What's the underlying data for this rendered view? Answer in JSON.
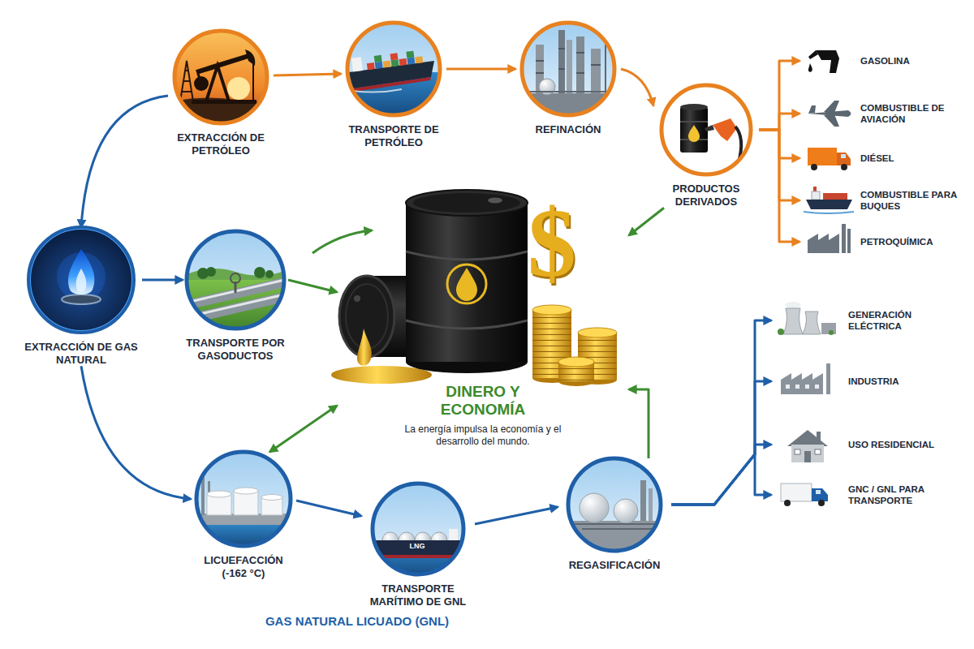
{
  "diagram": {
    "nodes": [
      {
        "text": [
          "EXTRACCIÓN DE PETRÓLEO"
        ]
      },
      {
        "text": [
          "TRANSPORTE DE PETRÓLEO"
        ]
      },
      {
        "text": [
          "REFINACIÓN"
        ]
      },
      {
        "text": [
          "PRODUCTOS DERIVADOS"
        ]
      },
      {
        "text": [
          "GASOLINA"
        ]
      },
      {
        "text": [
          "COMBUSTIBLE DE AVIACIÓN"
        ]
      },
      {
        "text": [
          "DIÉSEL"
        ]
      },
      {
        "text": [
          "COMBUSTIBLE PARA BUQUES"
        ]
      },
      {
        "text": [
          "PETROQUÍMICA"
        ]
      },
      {
        "text": [
          "EXTRACCIÓN DE GAS NATURAL"
        ]
      },
      {
        "text": [
          "TRANSPORTE POR GASODUCTOS"
        ]
      },
      {
        "text": [
          "DINERO Y ECONOMÍA",
          "La energía impulsa la economía y el desarrollo del mundo."
        ]
      },
      {
        "text": [
          "GENERACIÓN ELÉCTRICA"
        ]
      },
      {
        "text": [
          "INDUSTRIA"
        ]
      },
      {
        "text": [
          "USO RESIDENCIAL"
        ]
      },
      {
        "text": [
          "GNC / GNL PARA TRANSPORTE"
        ]
      },
      {
        "text": [
          "LICUEFACCIÓN (-162 °C)"
        ]
      },
      {
        "text": [
          "TRANSPORTE MARÍTIMO DE GNL"
        ]
      },
      {
        "text": [
          "REGASIFICACIÓN"
        ]
      }
    ],
    "edges": [
      {
        "from": 0,
        "to": 1,
        "arrow": "to"
      },
      {
        "from": 1,
        "to": 2,
        "arrow": "to"
      },
      {
        "from": 2,
        "to": 3,
        "arrow": "to"
      },
      {
        "from": 3,
        "to": 4,
        "arrow": "to"
      },
      {
        "from": 3,
        "to": 5,
        "arrow": "to"
      },
      {
        "from": 3,
        "to": 6,
        "arrow": "to"
      },
      {
        "from": 3,
        "to": 7,
        "arrow": "to"
      },
      {
        "from": 3,
        "to": 8,
        "arrow": "to"
      },
      {
        "from": 3,
        "to": 11,
        "arrow": "to"
      },
      {
        "from": 0,
        "to": 9,
        "arrow": "to"
      },
      {
        "from": 9,
        "to": 10,
        "arrow": "to"
      },
      {
        "from": 10,
        "to": 11,
        "arrow": "to"
      },
      {
        "from": 9,
        "to": 16,
        "arrow": "to"
      },
      {
        "from": 16,
        "to": 17,
        "arrow": "to"
      },
      {
        "from": 17,
        "to": 18,
        "arrow": "to"
      },
      {
        "from": 18,
        "to": 11,
        "arrow": "to"
      },
      {
        "from": 11,
        "to": 16,
        "arrow": "both"
      },
      {
        "from": 18,
        "to": 12,
        "arrow": "to"
      },
      {
        "from": 18,
        "to": 13,
        "arrow": "to"
      },
      {
        "from": 18,
        "to": 14,
        "arrow": "to"
      },
      {
        "from": 18,
        "to": 15,
        "arrow": "to"
      }
    ],
    "labels": [
      "GAS NATURAL LICUADO (GNL)",
      "LNG",
      "$"
    ]
  }
}
